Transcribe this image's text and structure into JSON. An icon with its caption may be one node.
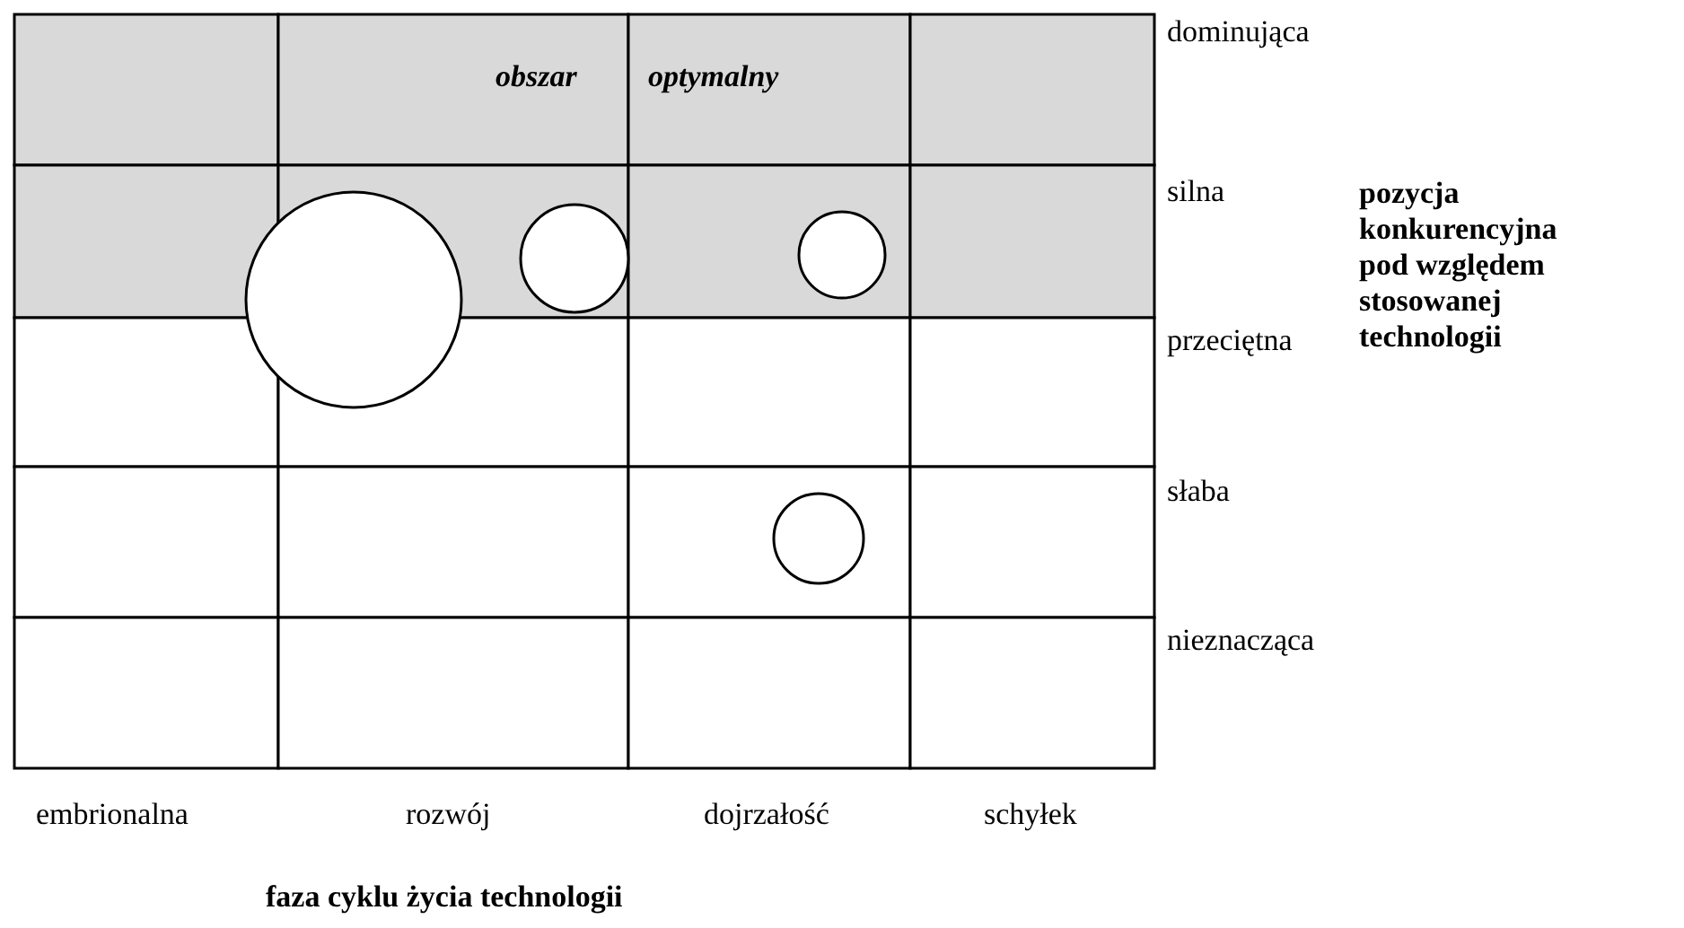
{
  "diagram": {
    "nodes": [
      {
        "text": [],
        "shape": "circle"
      },
      {
        "text": [],
        "shape": "circle"
      },
      {
        "text": [],
        "shape": "circle"
      },
      {
        "text": [],
        "shape": "circle"
      }
    ],
    "labels": [
      "obszar",
      "optymalny",
      "dominująca",
      "silna",
      "pozycja konkurencyjna pod względem stosowanej technologii",
      "przeciętna",
      "słaba",
      "nieznacząca",
      "embrionalna",
      "rozwój",
      "dojrzałość",
      "schyłek",
      "faza cyklu życia technologii"
    ]
  }
}
